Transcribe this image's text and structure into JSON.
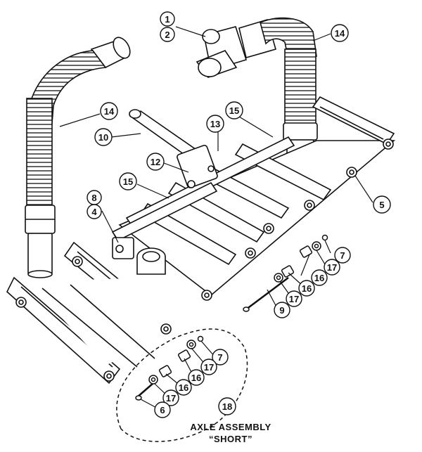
{
  "callouts": {
    "c1": "1",
    "c2": "2",
    "c14a": "14",
    "c14b": "14",
    "c15a": "15",
    "c15b": "15",
    "c10": "10",
    "c13": "13",
    "c12": "12",
    "c8": "8",
    "c4": "4",
    "c5": "5",
    "c7a": "7",
    "c17a": "17",
    "c16a": "16",
    "c16b": "16",
    "c17b": "17",
    "c9": "9",
    "c7b": "7",
    "c17c": "17",
    "c16c": "16",
    "c17d": "17",
    "c16d": "16",
    "c6": "6",
    "c18": "18"
  },
  "caption": {
    "line1": "AXLE ASSEMBLY",
    "line2": "“SHORT”"
  }
}
